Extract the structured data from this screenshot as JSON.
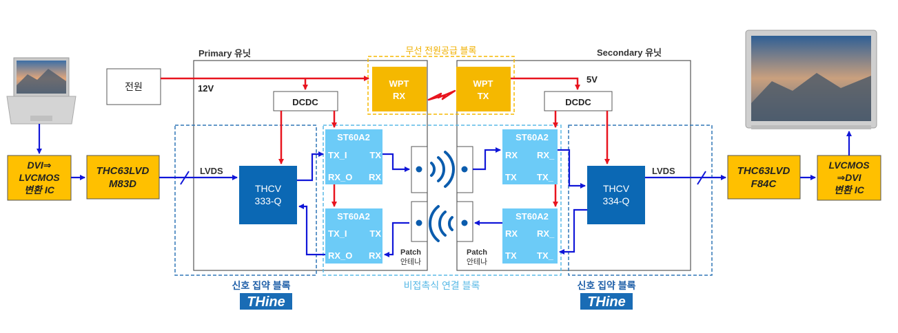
{
  "units": {
    "primary_label": "Primary 유닛",
    "secondary_label": "Secondary 유닛"
  },
  "power": {
    "source_label": "전원",
    "voltage_primary": "12V",
    "voltage_secondary": "5V",
    "dcdc_label": "DCDC"
  },
  "wireless_power": {
    "block_label": "무선 전원공급 블록",
    "rx_line1": "WPT",
    "rx_line2": "RX",
    "tx_line1": "WPT",
    "tx_line2": "TX"
  },
  "left_chain": {
    "converter_line1": "DVI⇒",
    "converter_line2": "LVCMOS",
    "converter_line3": "변환 IC",
    "serializer_line1": "THC63LVD",
    "serializer_line2": "M83D",
    "lvds_label": "LVDS",
    "thcv_line1": "THCV",
    "thcv_line2": "333-Q"
  },
  "right_chain": {
    "converter_line1": "LVCMOS",
    "converter_line2": "⇒DVI",
    "converter_line3": "변환 IC",
    "deserializer_line1": "THC63LVD",
    "deserializer_line2": "F84C",
    "lvds_label": "LVDS",
    "thcv_line1": "THCV",
    "thcv_line2": "334-Q"
  },
  "st60": {
    "chip_label": "ST60A2",
    "left_top": {
      "tl": "TX_I",
      "tr": "TX",
      "bl": "RX_O",
      "br": "RX"
    },
    "left_bottom": {
      "tl": "TX_I",
      "tr": "TX",
      "bl": "RX_O",
      "br": "RX"
    },
    "right_top": {
      "tl": "RX",
      "tr": "RX_",
      "bl": "TX",
      "br": "TX_"
    },
    "right_bottom": {
      "tl": "RX",
      "tr": "RX_",
      "bl": "TX",
      "br": "TX_"
    }
  },
  "antenna": {
    "line1": "Patch",
    "line2": "안테나"
  },
  "blocks": {
    "signal_block_left": "신호 집약 블록",
    "signal_block_right": "신호 집약 블록",
    "contactless_block": "비접촉식 연결 블록",
    "logo_left": "THine",
    "logo_right": "THine"
  },
  "colors": {
    "arrow_red": "#e8141e",
    "arrow_blue": "#1016d8",
    "chip_blue": "#6ccbf7",
    "thcv_blue": "#0b68b4",
    "ic_orange": "#ffc000",
    "wpt_orange": "#f5b800",
    "dash_blue": "#2e75b6",
    "dash_light": "#58b9e6"
  }
}
